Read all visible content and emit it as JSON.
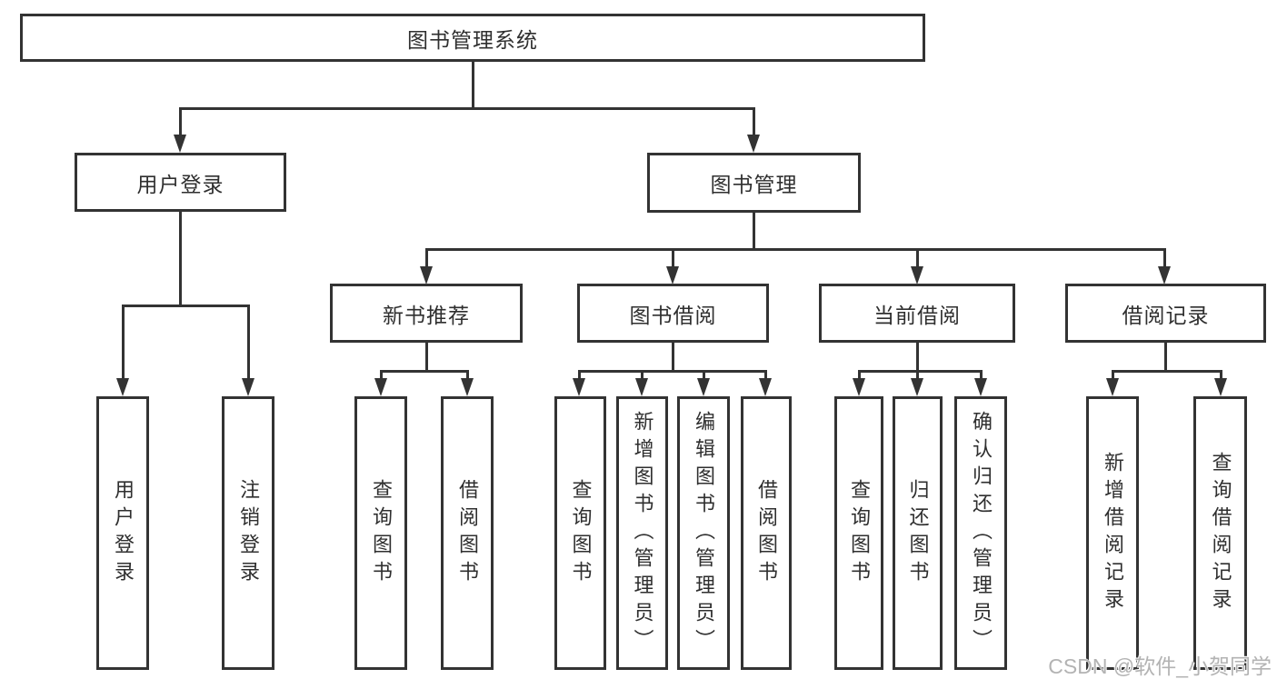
{
  "root": {
    "label": "图书管理系统"
  },
  "level1": {
    "user_login": "用户登录",
    "book_management": "图书管理"
  },
  "level2": {
    "new_book_recommend": "新书推荐",
    "book_borrow": "图书借阅",
    "current_borrow": "当前借阅",
    "borrow_record": "借阅记录"
  },
  "leaves": {
    "user_login": [
      "用户登录",
      "注销登录"
    ],
    "new_book_recommend": [
      "查询图书",
      "借阅图书"
    ],
    "book_borrow": [
      "查询图书",
      "新增图书（管理员）",
      "编辑图书（管理员）",
      "借阅图书"
    ],
    "current_borrow": [
      "查询图书",
      "归还图书",
      "确认归还（管理员）"
    ],
    "borrow_record": [
      "新增借阅记录",
      "查询借阅记录"
    ]
  },
  "watermark": "CSDN @软件_小贺同学",
  "colors": {
    "line": "#333333",
    "text": "#2f2f2f",
    "watermark": "#b3b3b3",
    "background": "#ffffff"
  }
}
